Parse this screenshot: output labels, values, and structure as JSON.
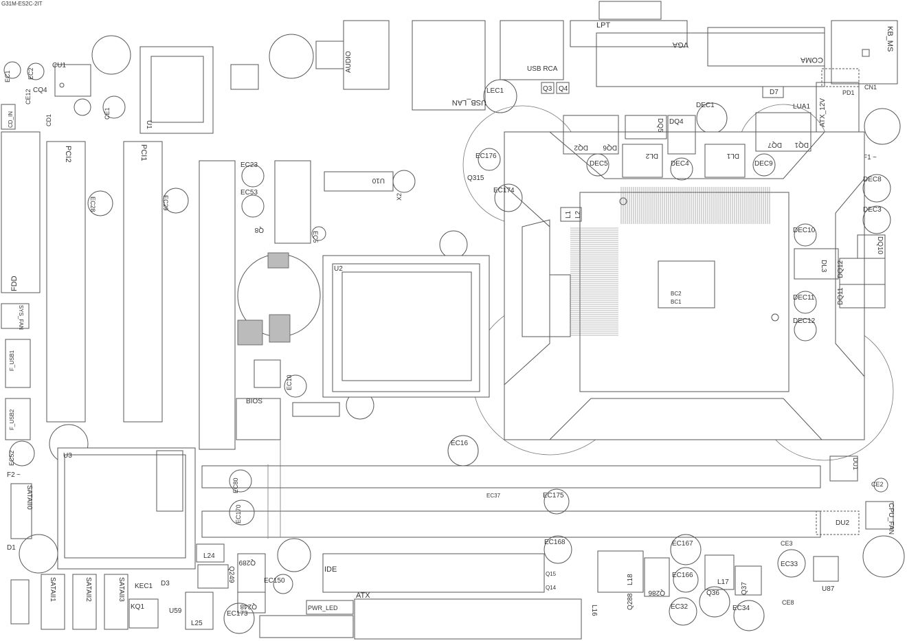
{
  "header": "G31M-ES2C-2IT",
  "labels": {
    "lpt": "LPT",
    "vga": "VGA",
    "coma": "COMA",
    "kb_ms": "KB_MS",
    "usb_rca": "USB RCA",
    "q3": "Q3",
    "q4": "Q4",
    "usb_lan": "USB_LAN",
    "audio": "AUDIO",
    "lec1": "LEC1",
    "d7": "D7",
    "dec1": "DEC1",
    "lua1": "LUA1",
    "atx_12v": "ATX_12V",
    "cn1": "CN1",
    "pd1": "PD1",
    "dq4": "DQ4",
    "dq5": "DQ5",
    "dq2": "DQ2",
    "dq6": "DQ6",
    "dq7": "DQ7",
    "dq1": "DQ1",
    "dl1": "DL1",
    "dl2": "DL2",
    "dec4": "DEC4",
    "dec5": "DEC5",
    "dec9": "DEC9",
    "f1": "F1",
    "dec8": "DEC8",
    "dec3": "DEC3",
    "dec10": "DEC10",
    "dq10": "DQ10",
    "dl3": "DL3",
    "dq12": "DQ12",
    "dq11": "DQ11",
    "dec11": "DEC11",
    "dec12": "DEC12",
    "ec176": "EC176",
    "ec174": "EC174",
    "q315": "Q315",
    "l1": "L1",
    "l2": "L2",
    "ec1": "EC1",
    "ec2": "EC2",
    "cu1": "CU1",
    "cq4": "CQ4",
    "cd1": "CD1",
    "ce1": "CE1",
    "ce12": "CE12",
    "cd_in": "CD_IN",
    "pci2": "PCI2",
    "pci1": "PCI1",
    "ec28": "EC28",
    "ec29": "EC29",
    "u1": "U1",
    "ec23": "EC23",
    "ec53": "EC53",
    "q8": "Q8",
    "ec5": "EC5",
    "u10": "U10",
    "x2": "X2",
    "u2": "U2",
    "fdd": "FDD",
    "sys_fan": "SYS_FAN",
    "f_usb1": "F_USB1",
    "f_usb2": "F_USB2",
    "bios": "BIOS",
    "ec10": "EC10",
    "ec52": "EC52",
    "f2": "F2",
    "u3": "U3",
    "sata0": "SATAII0",
    "d1": "D1",
    "sata1": "SATAII1",
    "sata2": "SATAII2",
    "sata3": "SATAII3",
    "kec1": "KEC1",
    "kq1": "KQ1",
    "d3": "D3",
    "u59": "U59",
    "l25": "L25",
    "l24": "L24",
    "q249": "Q249",
    "q289": "Q289",
    "q248": "Q248",
    "ec150": "EC150",
    "ec173": "EC173",
    "ec80": "EC80",
    "ec170": "EC170",
    "ide": "IDE",
    "atx": "ATX",
    "pwr_led": "PWR_LED",
    "ec16": "EC16",
    "ec175": "EC175",
    "ec168": "EC168",
    "ec167": "EC167",
    "ec166": "EC166",
    "l17": "L17",
    "l18": "L18",
    "q36": "Q36",
    "ec34": "EC34",
    "ec32": "EC32",
    "q286": "Q286",
    "ec33": "EC33",
    "u87": "U87",
    "ce2": "CE2",
    "cpu_fan": "CPU_FAN",
    "du1": "DU1",
    "du2": "DU2",
    "ce3": "CE3",
    "ce8": "CE8",
    "l16": "L16",
    "q288": "Q288",
    "q37": "Q37",
    "q15": "Q15",
    "q14": "Q14",
    "bc1": "BC1",
    "bc2": "BC2",
    "ec37": "EC37"
  }
}
